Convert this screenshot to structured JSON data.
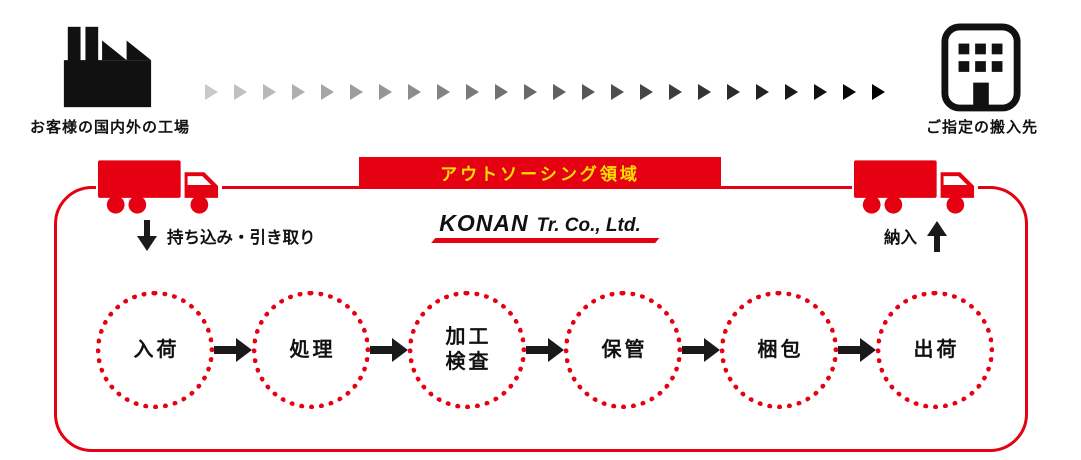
{
  "diagram": {
    "top_left": {
      "label": "お客様の国内外の工場",
      "icon": "factory-icon"
    },
    "top_right": {
      "label": "ご指定の搬入先",
      "icon": "building-icon"
    },
    "gradient_arrows": {
      "count": 24,
      "colors": [
        "#C9C9C9",
        "#C0C0C0",
        "#B8B8B8",
        "#AFAFAF",
        "#A6A6A6",
        "#9D9D9D",
        "#959595",
        "#8C8C8C",
        "#838383",
        "#7A7A7A",
        "#727272",
        "#696969",
        "#606060",
        "#575757",
        "#4F4F4F",
        "#464646",
        "#3D3D3D",
        "#343434",
        "#2C2C2C",
        "#232323",
        "#1A1A1A",
        "#111111",
        "#090909",
        "#000000"
      ]
    },
    "banner": {
      "label": "アウトソーシング領域",
      "bg_color": "#e50012",
      "text_color": "#ffe100"
    },
    "logo": {
      "part1": "KONAN",
      "part2": "Tr. Co., Ltd."
    },
    "notes": {
      "left": "持ち込み・引き取り",
      "right": "納入"
    },
    "process": {
      "steps": [
        {
          "lines": [
            "入荷"
          ]
        },
        {
          "lines": [
            "処理"
          ]
        },
        {
          "lines": [
            "加工",
            "検査"
          ]
        },
        {
          "lines": [
            "保管"
          ]
        },
        {
          "lines": [
            "梱包"
          ]
        },
        {
          "lines": [
            "出荷"
          ]
        }
      ]
    },
    "colors": {
      "red": "#e50012",
      "black": "#1a1a1a",
      "banner_text": "#ffe100"
    }
  }
}
